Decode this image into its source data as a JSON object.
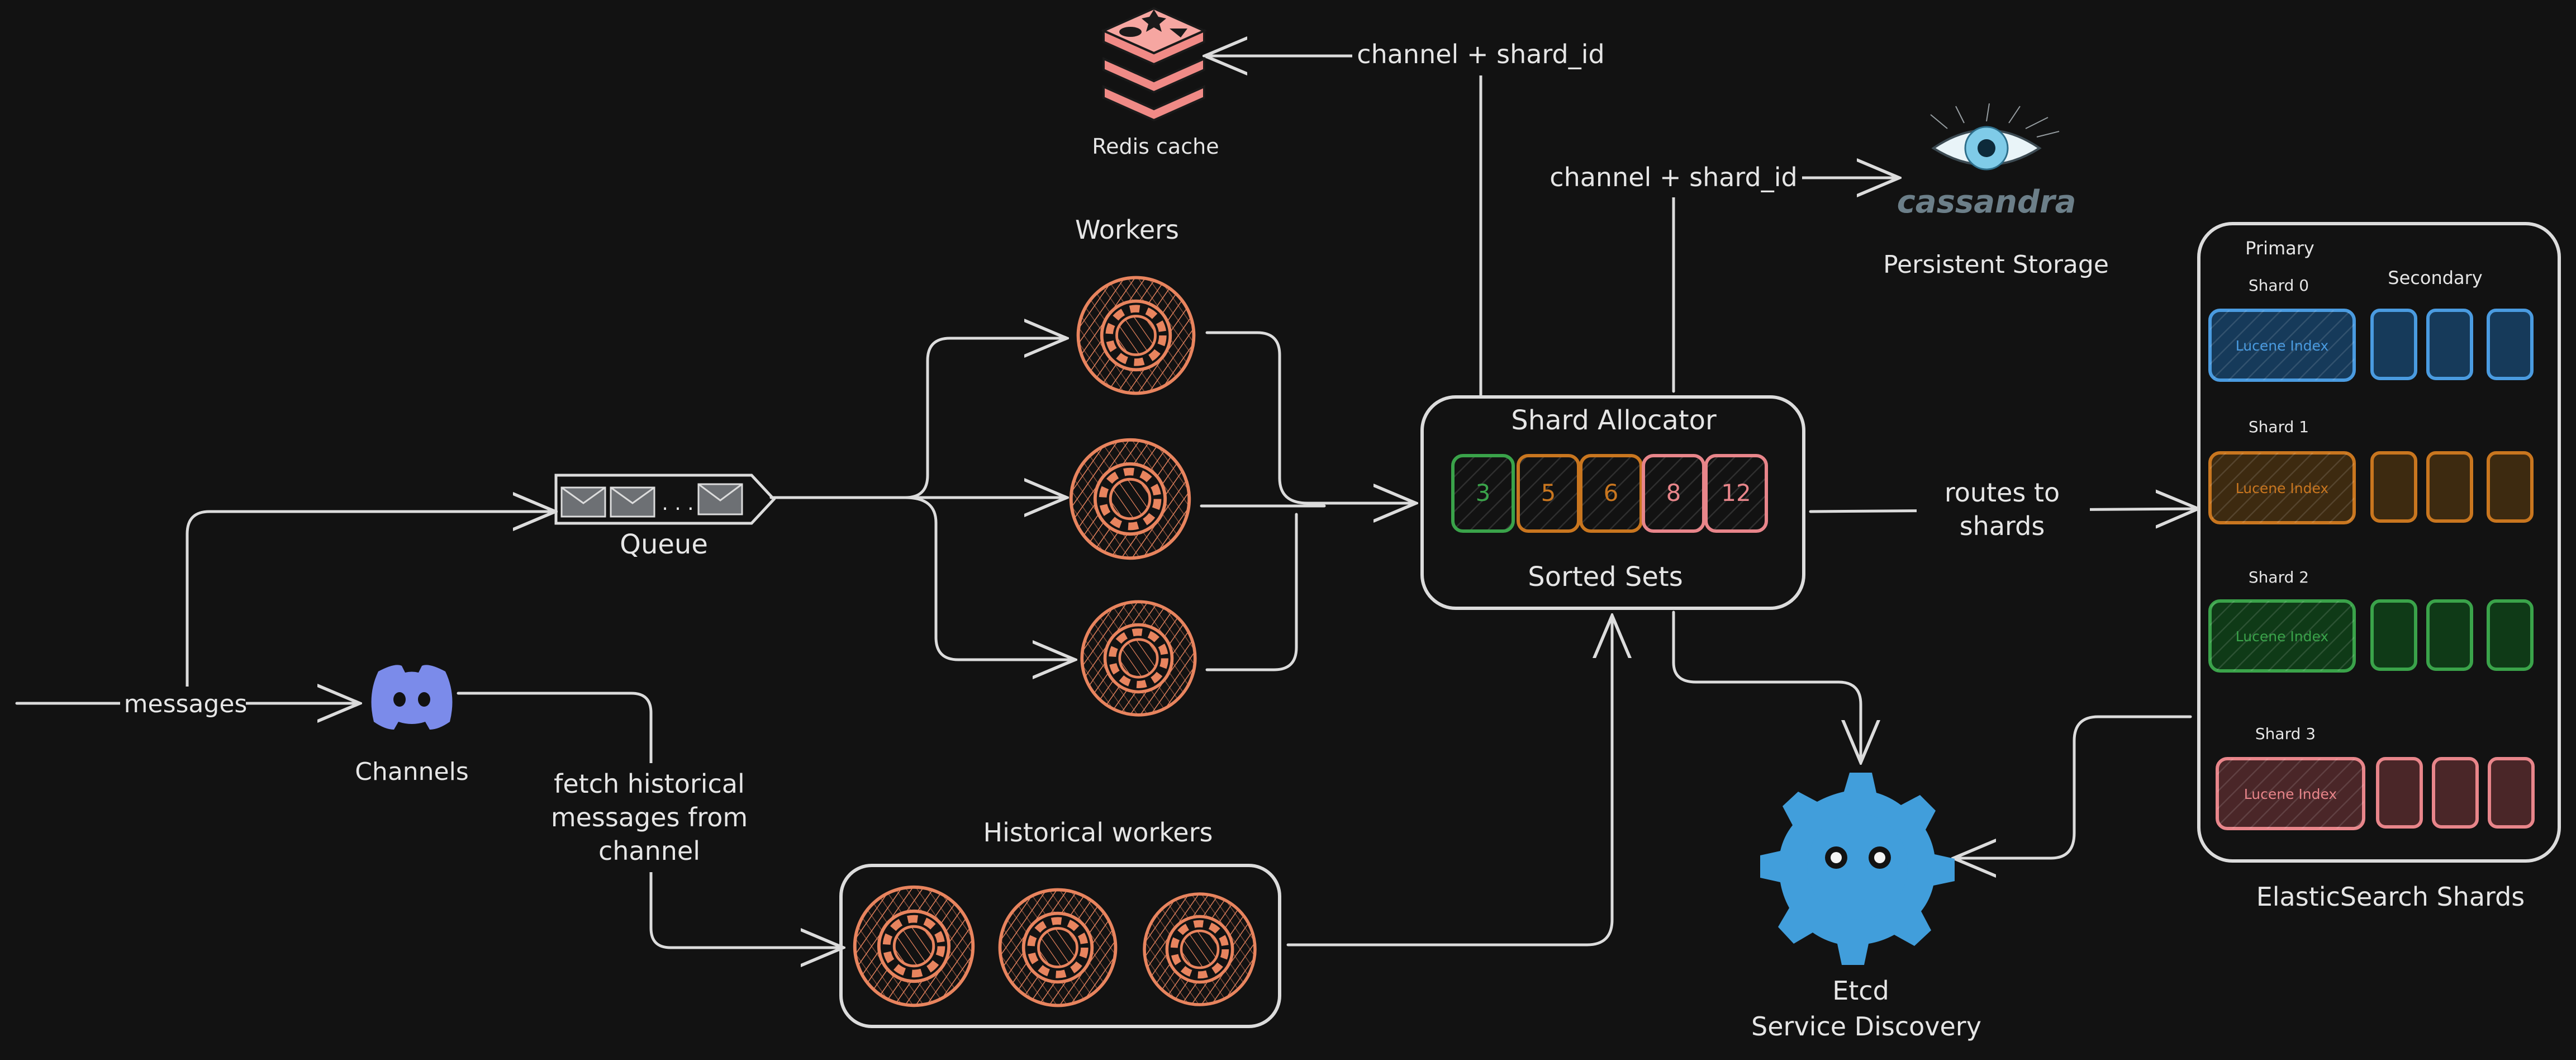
{
  "labels": {
    "messages": "messages",
    "channels": "Channels",
    "queue": "Queue",
    "workers": "Workers",
    "historical_workers": "Historical workers",
    "fetch_line1": "fetch historical",
    "fetch_line2": "messages from",
    "fetch_line3": "channel",
    "redis_cache": "Redis cache",
    "channel_shard_top": "channel + shard_id",
    "channel_shard_mid": "channel + shard_id",
    "cassandra": "cassandra",
    "persistent_storage": "Persistent Storage",
    "shard_allocator": "Shard Allocator",
    "sorted_sets": "Sorted Sets",
    "routes_to_line1": "routes to",
    "routes_to_line2": "shards",
    "etcd_line1": "Etcd",
    "etcd_line2": "Service Discovery",
    "es_shards": "ElasticSearch Shards",
    "primary": "Primary",
    "secondary": "Secondary",
    "queue_dots": ". . ."
  },
  "sorted_set_values": [
    "3",
    "5",
    "6",
    "8",
    "12"
  ],
  "sorted_set_colors": [
    "#3aa34a",
    "#c9761f",
    "#c9761f",
    "#e8858a",
    "#e8858a"
  ],
  "shards": [
    {
      "name": "Shard 0",
      "index_label": "Lucene Index",
      "color": "#4a9be0",
      "fill": "#163a5a"
    },
    {
      "name": "Shard 1",
      "index_label": "Lucene Index",
      "color": "#c9761f",
      "fill": "#3d2a10"
    },
    {
      "name": "Shard 2",
      "index_label": "Lucene Index",
      "color": "#3aa34a",
      "fill": "#0f3a17"
    },
    {
      "name": "Shard 3",
      "index_label": "Lucene Index",
      "color": "#e8858a",
      "fill": "#4a2628"
    }
  ],
  "colors": {
    "background": "#121212",
    "worker": "#e8845e",
    "redis": "#f08a86",
    "discord": "#7b8bea",
    "etcd": "#419edb",
    "cassandra_eye": "#7fcbe8"
  }
}
